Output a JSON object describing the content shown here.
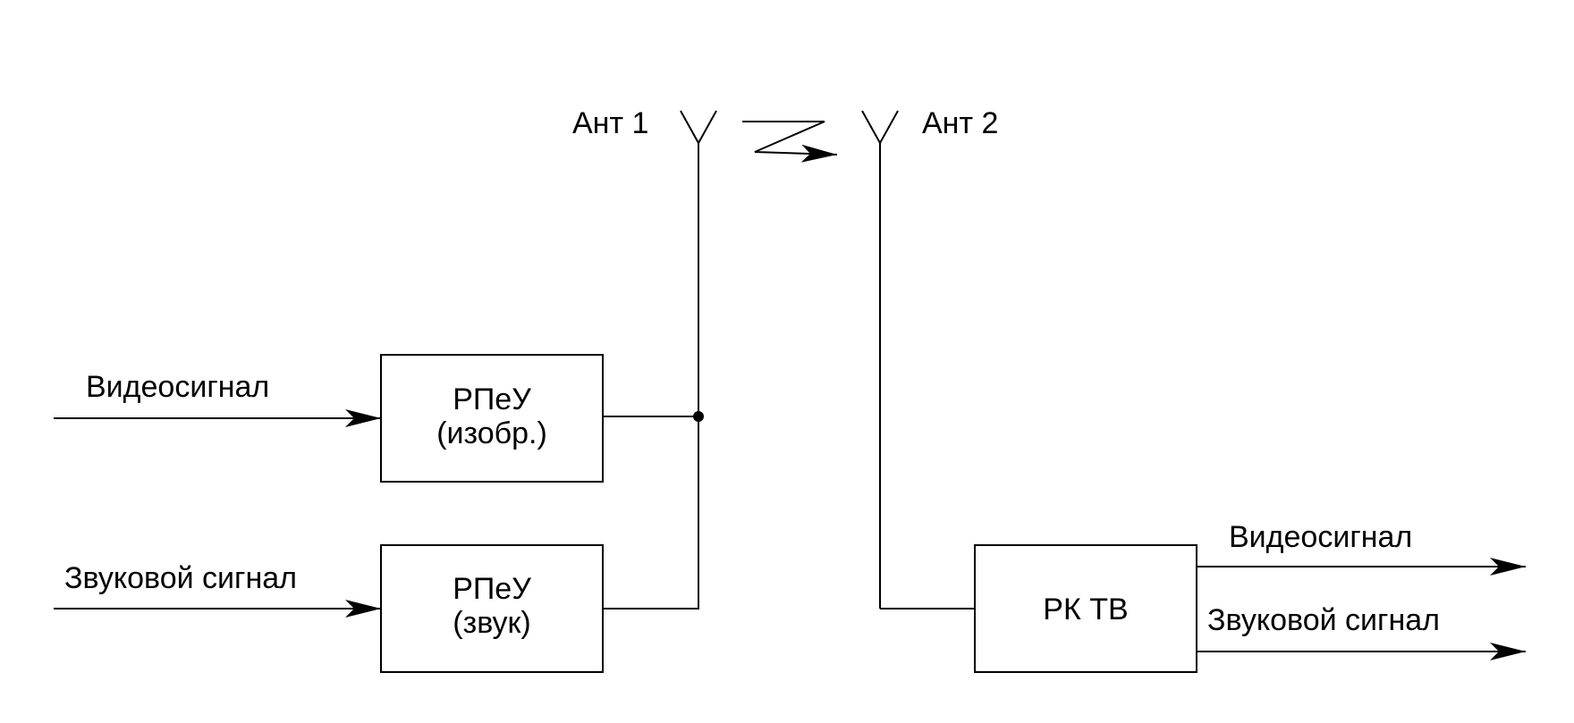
{
  "antennas": {
    "tx_label": "Ант 1",
    "rx_label": "Ант 2"
  },
  "transmitter_video": {
    "input_label": "Видеосигнал",
    "line1": "РПеУ",
    "line2": "(изобр.)"
  },
  "transmitter_audio": {
    "input_label": "Звуковой сигнал",
    "line1": "РПеУ",
    "line2": "(звук)"
  },
  "receiver": {
    "label": "РК ТВ",
    "output_video_label": "Видеосигнал",
    "output_audio_label": "Звуковой сигнал"
  },
  "icons": {
    "antenna": "antenna-icon",
    "radio_link": "radio-wave-arrow-icon",
    "junction": "junction-dot"
  }
}
